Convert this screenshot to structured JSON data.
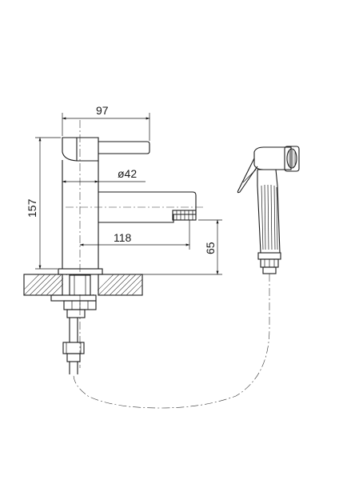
{
  "dimensions": {
    "width_label": "97",
    "diameter_label": "ø42",
    "height_label": "157",
    "spout_length_label": "118",
    "spout_height_label": "65"
  }
}
